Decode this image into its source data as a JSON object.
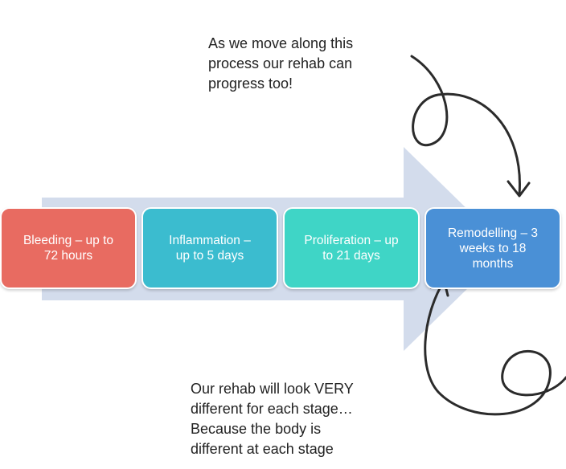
{
  "notes": {
    "top": "As we move along this\nprocess our rehab can\nprogress too!",
    "bottom": "Our rehab will look VERY\ndifferent for each stage…\nBecause the body is\ndifferent at each stage"
  },
  "stages": [
    {
      "label": "Bleeding – up to\n72 hours",
      "color": "#e86b61"
    },
    {
      "label": "Inflammation –\nup to 5 days",
      "color": "#3bbccf"
    },
    {
      "label": "Proliferation – up\nto 21 days",
      "color": "#3fd5c6"
    },
    {
      "label": "Remodelling – 3\nweeks to 18\nmonths",
      "color": "#4a90d6"
    }
  ],
  "colors": {
    "background_arrow": "#d3dcec",
    "annotation_arrow": "#2b2b2b"
  }
}
